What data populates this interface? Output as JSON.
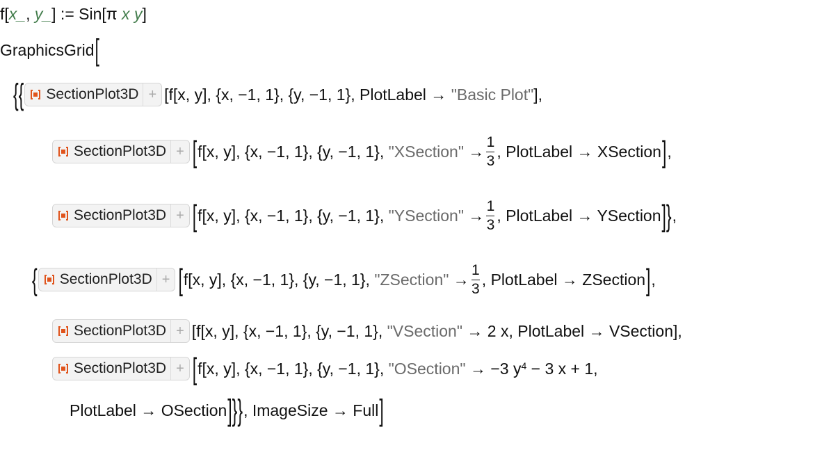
{
  "lines": [
    [
      {
        "text": "f["
      },
      {
        "var": "x_"
      },
      {
        "text": ", "
      },
      {
        "var": "y_"
      },
      {
        "text": "] := Sin["
      },
      {
        "text": "π "
      },
      {
        "var": "x"
      },
      {
        "text": " "
      },
      {
        "var": "y"
      },
      {
        "text": "]"
      }
    ],
    [
      {
        "text": "GraphicsGrid"
      },
      {
        "big": "["
      }
    ],
    [
      {
        "big": "{{"
      },
      {
        "button": "SectionPlot3D"
      },
      {
        "text": "[f[x, y], {x, −1, 1}, {y, −1, 1}, PlotLabel → "
      },
      {
        "str": "\"Basic Plot\""
      },
      {
        "text": "],"
      }
    ],
    [
      {
        "button": "SectionPlot3D"
      },
      {
        "big": "["
      },
      {
        "text": "f[x, y], {x, −1, 1}, {y, −1, 1}, "
      },
      {
        "str": "\"XSection\""
      },
      {
        "text": " →"
      },
      {
        "frac": [
          "1",
          "3"
        ]
      },
      {
        "text": ", PlotLabel → XSection"
      },
      {
        "big": "]"
      },
      {
        "text": ","
      }
    ],
    [
      {
        "button": "SectionPlot3D"
      },
      {
        "big": "["
      },
      {
        "text": "f[x, y], {x, −1, 1}, {y, −1, 1}, "
      },
      {
        "str": "\"YSection\""
      },
      {
        "text": " →"
      },
      {
        "frac": [
          "1",
          "3"
        ]
      },
      {
        "text": ", PlotLabel → YSection"
      },
      {
        "big": "]}"
      },
      {
        "text": ","
      }
    ],
    [
      {
        "big": "{"
      },
      {
        "button": "SectionPlot3D"
      },
      {
        "big": "["
      },
      {
        "text": "f[x, y], {x, −1, 1}, {y, −1, 1}, "
      },
      {
        "str": "\"ZSection\""
      },
      {
        "text": " →"
      },
      {
        "frac": [
          "1",
          "3"
        ]
      },
      {
        "text": ", PlotLabel → ZSection"
      },
      {
        "big": "]"
      },
      {
        "text": ","
      }
    ],
    [
      {
        "button": "SectionPlot3D"
      },
      {
        "text": "[f[x, y], {x, −1, 1}, {y, −1, 1}, "
      },
      {
        "str": "\"VSection\""
      },
      {
        "text": " → 2 x, PlotLabel → VSection],"
      }
    ],
    [
      {
        "button": "SectionPlot3D"
      },
      {
        "big": "["
      },
      {
        "text": "f[x, y], {x, −1, 1}, {y, −1, 1}, "
      },
      {
        "str": "\"OSection\""
      },
      {
        "text": " → −3 y"
      },
      {
        "sup": "4"
      },
      {
        "text": " − 3 x + 1,"
      }
    ],
    [
      {
        "text": "PlotLabel → OSection"
      },
      {
        "big": "]}}"
      },
      {
        "text": ", ImageSize → Full"
      },
      {
        "big": "]"
      }
    ]
  ],
  "colors": {
    "variable": "#437d4c",
    "string": "#6a6a6a",
    "icon": "#e0541c"
  }
}
